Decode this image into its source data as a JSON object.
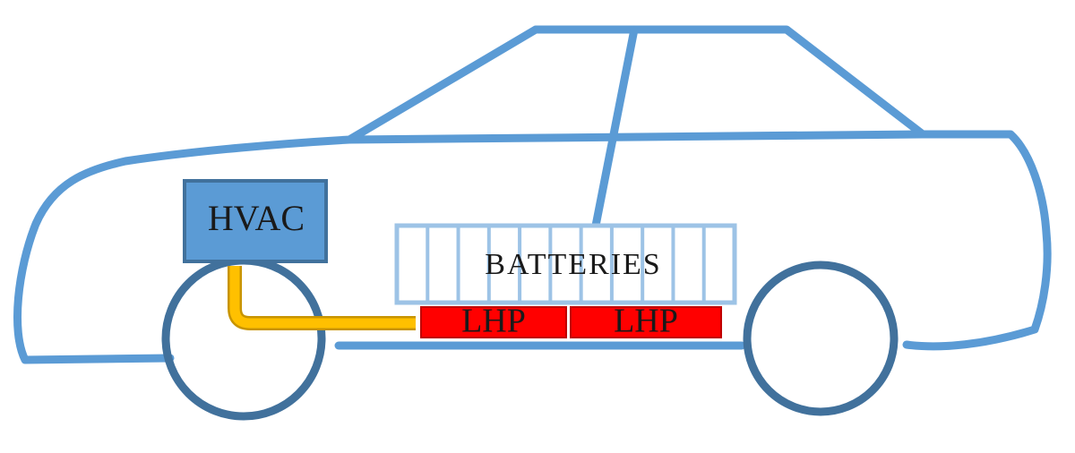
{
  "diagram": {
    "labels": {
      "hvac": "HVAC",
      "batteries": "BATTERIES",
      "lhp_1": "LHP",
      "lhp_2": "LHP"
    },
    "colors": {
      "body_outline": "#5b9bd5",
      "wheel_outline": "#41719c",
      "hvac_fill": "#5b9bd5",
      "hvac_border": "#41719c",
      "battery_border": "#9dc3e6",
      "battery_fill": "#ffffff",
      "lhp_fill": "#ff0000",
      "heat_pipe": "#ffc000",
      "heat_pipe_edge": "#c89400"
    },
    "battery_cell_count": 11
  }
}
